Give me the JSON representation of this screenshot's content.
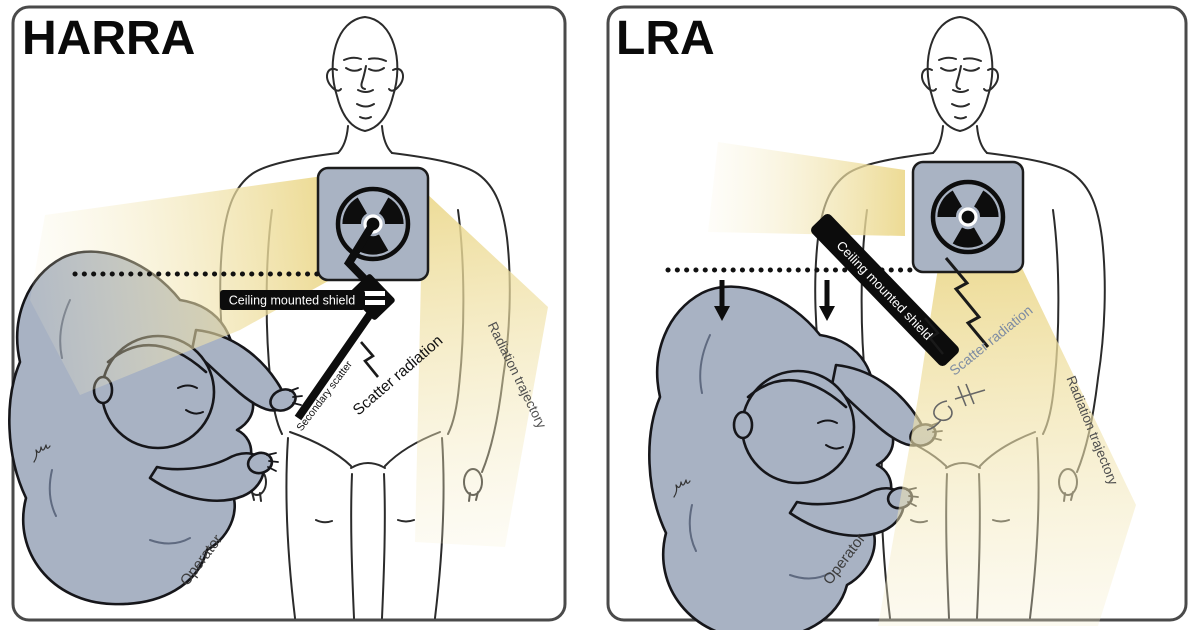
{
  "figure": {
    "type": "medical-illustration-comparison",
    "description_visible_text_only": true
  },
  "colors": {
    "beam_yellow": "#eedb93",
    "beam_yellow_faded": "#f7f0d2",
    "operator_fill": "#a8b2c3",
    "source_square_fill": "#a9b3c3",
    "shield_black": "#0c0c0c",
    "scatter_label_blue": "#7e8ca2",
    "outline": "#2b2b2b",
    "panel_border": "#4a4a4a"
  },
  "panels": [
    {
      "title": "HARRA",
      "shield_label": "Ceiling mounted shield",
      "secondary_scatter": "Secondary scatter",
      "scatter": "Scatter radiation",
      "trajectory": "Radiation trajectory",
      "operator": "Operator"
    },
    {
      "title": "LRA",
      "shield_label": "Ceiling mounted shield",
      "scatter": "Scatter radiation",
      "trajectory": "Radiation trajectory",
      "operator": "Operator"
    }
  ]
}
